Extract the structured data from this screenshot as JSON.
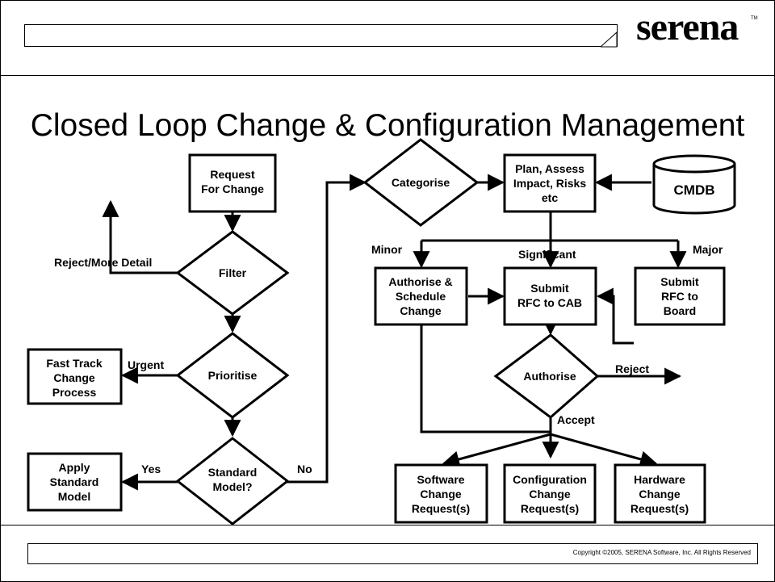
{
  "title": "Closed Loop Change & Configuration Management",
  "logo": "serena",
  "logo_tm": "TM",
  "copyright": "Copyright ©2005, SERENA Software, Inc.  All Rights Reserved",
  "nodes": {
    "request_for_change": [
      "Request",
      "For Change"
    ],
    "filter": [
      "Filter"
    ],
    "prioritise": [
      "Prioritise"
    ],
    "standard_model": [
      "Standard",
      "Model?"
    ],
    "fast_track": [
      "Fast Track",
      "Change",
      "Process"
    ],
    "apply_standard": [
      "Apply",
      "Standard",
      "Model"
    ],
    "categorise": [
      "Categorise"
    ],
    "plan_assess": [
      "Plan, Assess",
      "Impact, Risks",
      "etc"
    ],
    "cmdb": [
      "CMDB"
    ],
    "authorise_schedule": [
      "Authorise &",
      "Schedule",
      "Change"
    ],
    "submit_cab": [
      "Submit",
      "RFC to CAB"
    ],
    "submit_board": [
      "Submit",
      "RFC to",
      "Board"
    ],
    "authorise": [
      "Authorise"
    ],
    "software_change": [
      "Software",
      "Change",
      "Request(s)"
    ],
    "configuration_change": [
      "Configuration",
      "Change",
      "Request(s)"
    ],
    "hardware_change": [
      "Hardware",
      "Change",
      "Request(s)"
    ]
  },
  "edge_labels": {
    "reject_more_detail": "Reject/More Detail",
    "urgent": "Urgent",
    "yes": "Yes",
    "no": "No",
    "minor": "Minor",
    "significant": "Significant",
    "major": "Major",
    "reject": "Reject",
    "accept": "Accept"
  }
}
